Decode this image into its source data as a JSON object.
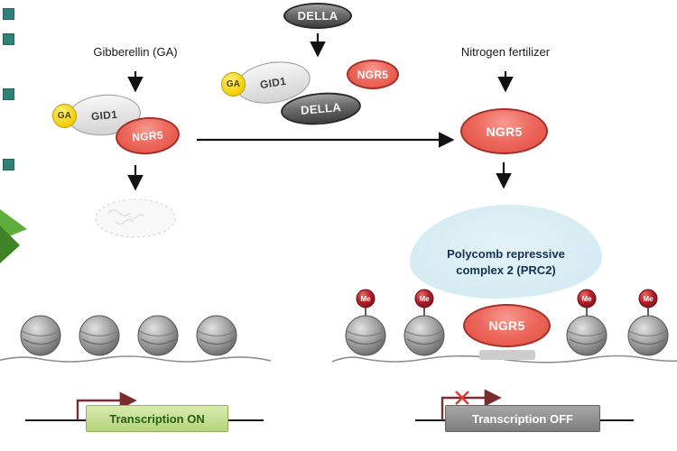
{
  "figure": {
    "proteins": {
      "della": "DELLA",
      "gid1": "GID1",
      "ngr5": "NGR5",
      "ga": "GA"
    },
    "inputs": {
      "gibberellin": "Gibberellin (GA)",
      "nitrogen": "Nitrogen fertilizer"
    },
    "prc2": {
      "line1": "Polycomb repressive",
      "line2": "complex 2 (PRC2)"
    },
    "marks": {
      "me": "Me"
    },
    "transcription": {
      "on": "Transcription ON",
      "off": "Transcription OFF"
    },
    "colors": {
      "ngr5_red": "#e85347",
      "della_gray": "#5a5a5a",
      "gid1_gray": "#e6e6e6",
      "ga_yellow": "#f2cf00",
      "prc2_cyan": "#d8edf3",
      "me_red": "#a3131f",
      "on_green": "#b5d47c",
      "off_gray": "#8a8a8a"
    }
  }
}
